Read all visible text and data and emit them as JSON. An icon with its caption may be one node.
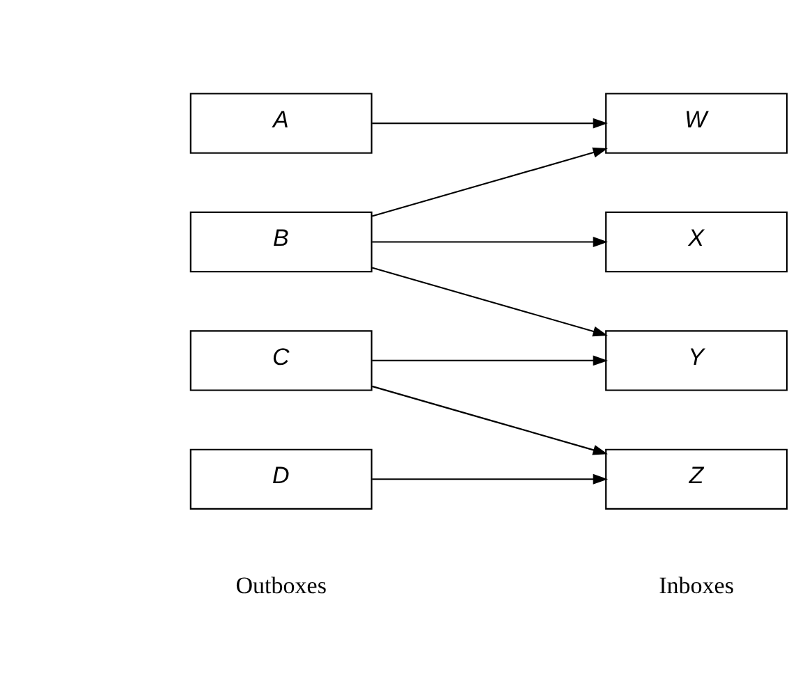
{
  "diagram": {
    "nodes": [
      {
        "text": [
          "A"
        ]
      },
      {
        "text": [
          "B"
        ]
      },
      {
        "text": [
          "C"
        ]
      },
      {
        "text": [
          "D"
        ]
      },
      {
        "text": [
          "W"
        ]
      },
      {
        "text": [
          "X"
        ]
      },
      {
        "text": [
          "Y"
        ]
      },
      {
        "text": [
          "Z"
        ]
      }
    ],
    "edges": [
      {
        "from": 0,
        "to": 4,
        "arrow": "to"
      },
      {
        "from": 1,
        "to": 4,
        "arrow": "to"
      },
      {
        "from": 1,
        "to": 5,
        "arrow": "to"
      },
      {
        "from": 1,
        "to": 6,
        "arrow": "to"
      },
      {
        "from": 2,
        "to": 6,
        "arrow": "to"
      },
      {
        "from": 2,
        "to": 7,
        "arrow": "to"
      },
      {
        "from": 3,
        "to": 7,
        "arrow": "to"
      }
    ],
    "labels": [
      "Outboxes",
      "Inboxes"
    ]
  }
}
